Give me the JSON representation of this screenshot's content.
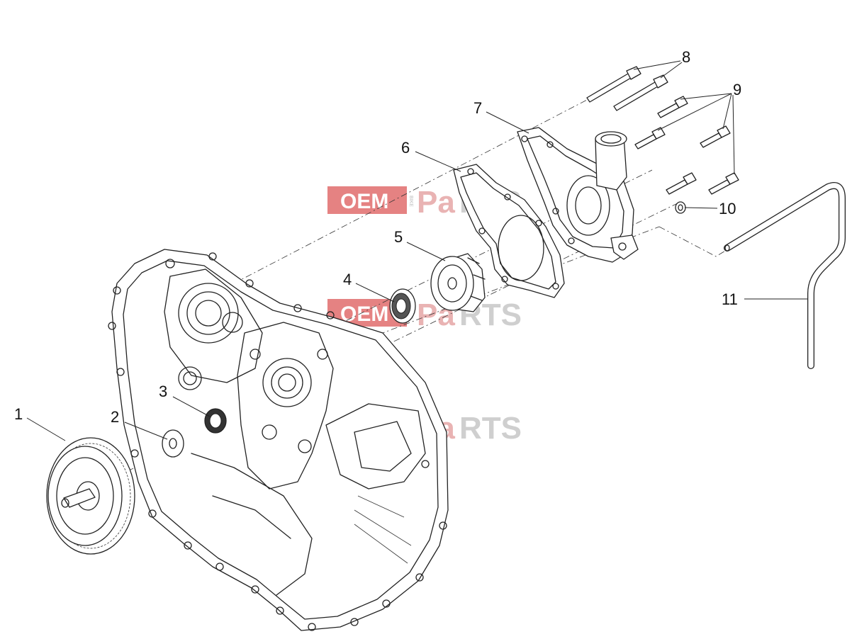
{
  "watermark": {
    "oem": "OEM",
    "bike": "BIKE",
    "pa": "Pa",
    "rts": "RTS",
    "colors": {
      "red": "#e06c6c",
      "gray": "#cfcfcf"
    }
  },
  "callouts": [
    {
      "id": "1",
      "text": "1"
    },
    {
      "id": "2",
      "text": "2"
    },
    {
      "id": "3",
      "text": "3"
    },
    {
      "id": "4",
      "text": "4"
    },
    {
      "id": "5",
      "text": "5"
    },
    {
      "id": "6",
      "text": "6"
    },
    {
      "id": "7",
      "text": "7"
    },
    {
      "id": "8",
      "text": "8"
    },
    {
      "id": "9",
      "text": "9"
    },
    {
      "id": "10",
      "text": "10"
    },
    {
      "id": "11",
      "text": "11"
    }
  ]
}
